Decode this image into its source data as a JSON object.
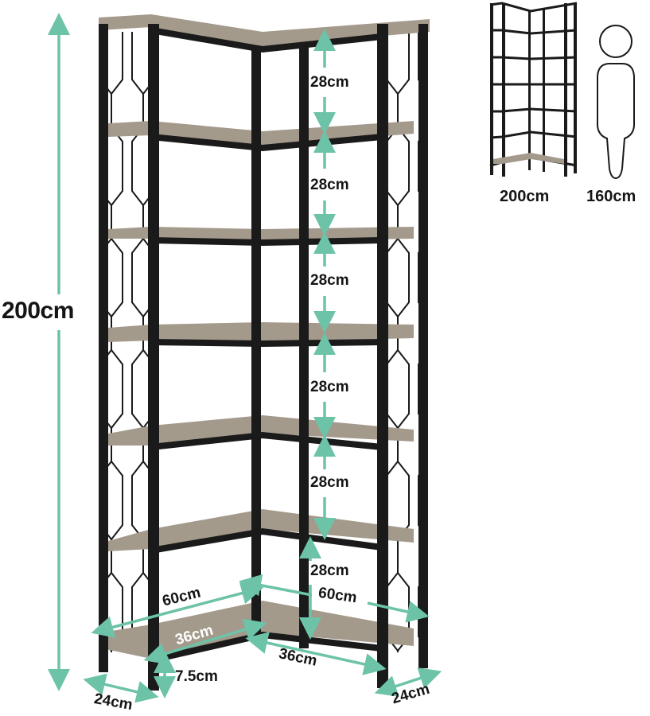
{
  "product": {
    "type": "L-shaped corner bookshelf",
    "shelf_count": 7,
    "colors": {
      "frame": "#1a1a1a",
      "shelf_wood": "#a39a8c",
      "shelf_wood_light": "#bdb4a6",
      "dimension_arrow": "#6cc3a8",
      "label_text": "#151515"
    }
  },
  "dimensions": {
    "total_height": "200cm",
    "shelf_gaps": [
      "28cm",
      "28cm",
      "28cm",
      "28cm",
      "28cm",
      "28cm"
    ],
    "left_length": "60cm",
    "right_length": "60cm",
    "left_inner_length": "36cm",
    "right_inner_length": "36cm",
    "bottom_clearance": "7.5cm",
    "left_depth": "24cm",
    "right_depth": "24cm"
  },
  "comparison": {
    "shelf_height_label": "200cm",
    "person_height_label": "160cm"
  }
}
